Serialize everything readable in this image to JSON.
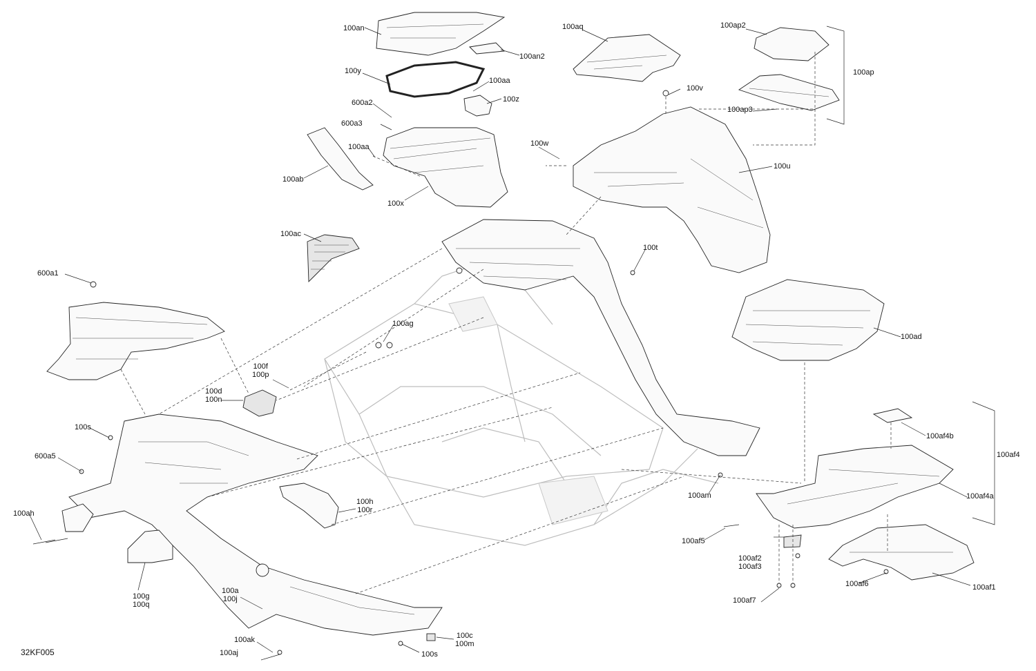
{
  "drawing_code": "32KF005",
  "labels": {
    "l100an": "100an",
    "l100an2": "100an2",
    "l100y": "100y",
    "l100aa_top": "100aa",
    "l100z": "100z",
    "l600a2": "600a2",
    "l600a3": "600a3",
    "l100aa_mid": "100aa",
    "l100ab": "100ab",
    "l100x": "100x",
    "l100aq": "100aq",
    "l100ap2": "100ap2",
    "l100ap": "100ap",
    "l100v": "100v",
    "l100ap3": "100ap3",
    "l100w": "100w",
    "l100u": "100u",
    "l100ac": "100ac",
    "l100t": "100t",
    "l600a1": "600a1",
    "l100ag": "100ag",
    "l100ad": "100ad",
    "l100f": "100f",
    "l100p": "100p",
    "l100d": "100d",
    "l100n": "100n",
    "l100s_left": "100s",
    "l600a5": "600a5",
    "l100af4b": "100af4b",
    "l100af4": "100af4",
    "l100h": "100h",
    "l100r": "100r",
    "l100ah": "100ah",
    "l100am": "100am",
    "l100af4a": "100af4a",
    "l100af5": "100af5",
    "l100af2": "100af2",
    "l100af3": "100af3",
    "l100g": "100g",
    "l100q": "100q",
    "l100a": "100a",
    "l100j": "100j",
    "l100af6": "100af6",
    "l100af1": "100af1",
    "l100af7": "100af7",
    "l100ak": "100ak",
    "l100c": "100c",
    "l100m": "100m",
    "l100aj": "100aj",
    "l100s_bottom": "100s"
  }
}
